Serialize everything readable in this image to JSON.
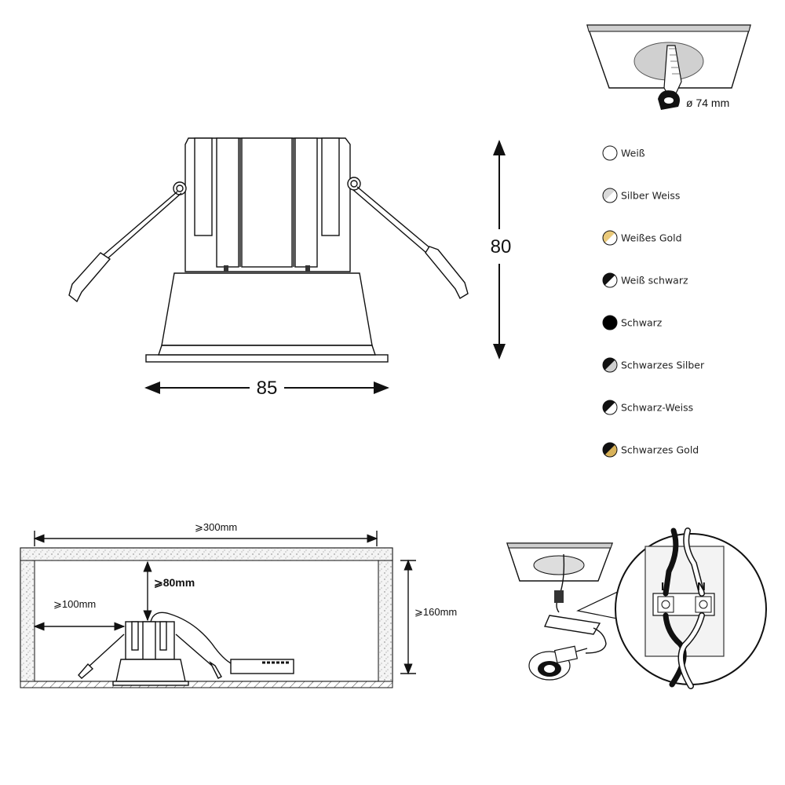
{
  "dimensions": {
    "width": "85",
    "height": "80",
    "cutout": "ø 74 mm"
  },
  "finishes": [
    {
      "label": "Weiß",
      "colors": [
        "#ffffff",
        "#ffffff"
      ]
    },
    {
      "label": "Silber Weiss",
      "colors": [
        "#d9d9d9",
        "#ffffff"
      ]
    },
    {
      "label": "Weißes Gold",
      "colors": [
        "#e9c97a",
        "#ffffff"
      ]
    },
    {
      "label": "Weiß schwarz",
      "colors": [
        "#111111",
        "#ffffff"
      ]
    },
    {
      "label": "Schwarz",
      "colors": [
        "#000000",
        "#000000"
      ]
    },
    {
      "label": "Schwarzes Silber",
      "colors": [
        "#111111",
        "#cfcfcf"
      ]
    },
    {
      "label": "Schwarz-Weiss",
      "colors": [
        "#111111",
        "#ffffff"
      ]
    },
    {
      "label": "Schwarzes Gold",
      "colors": [
        "#111111",
        "#d8b25a"
      ]
    }
  ],
  "installation": {
    "min_width": "⩾300mm",
    "min_top": "⩾80mm",
    "min_side": "⩾100mm",
    "min_depth": "⩾160mm"
  },
  "wiring": {
    "live": "L",
    "neutral": "N"
  }
}
